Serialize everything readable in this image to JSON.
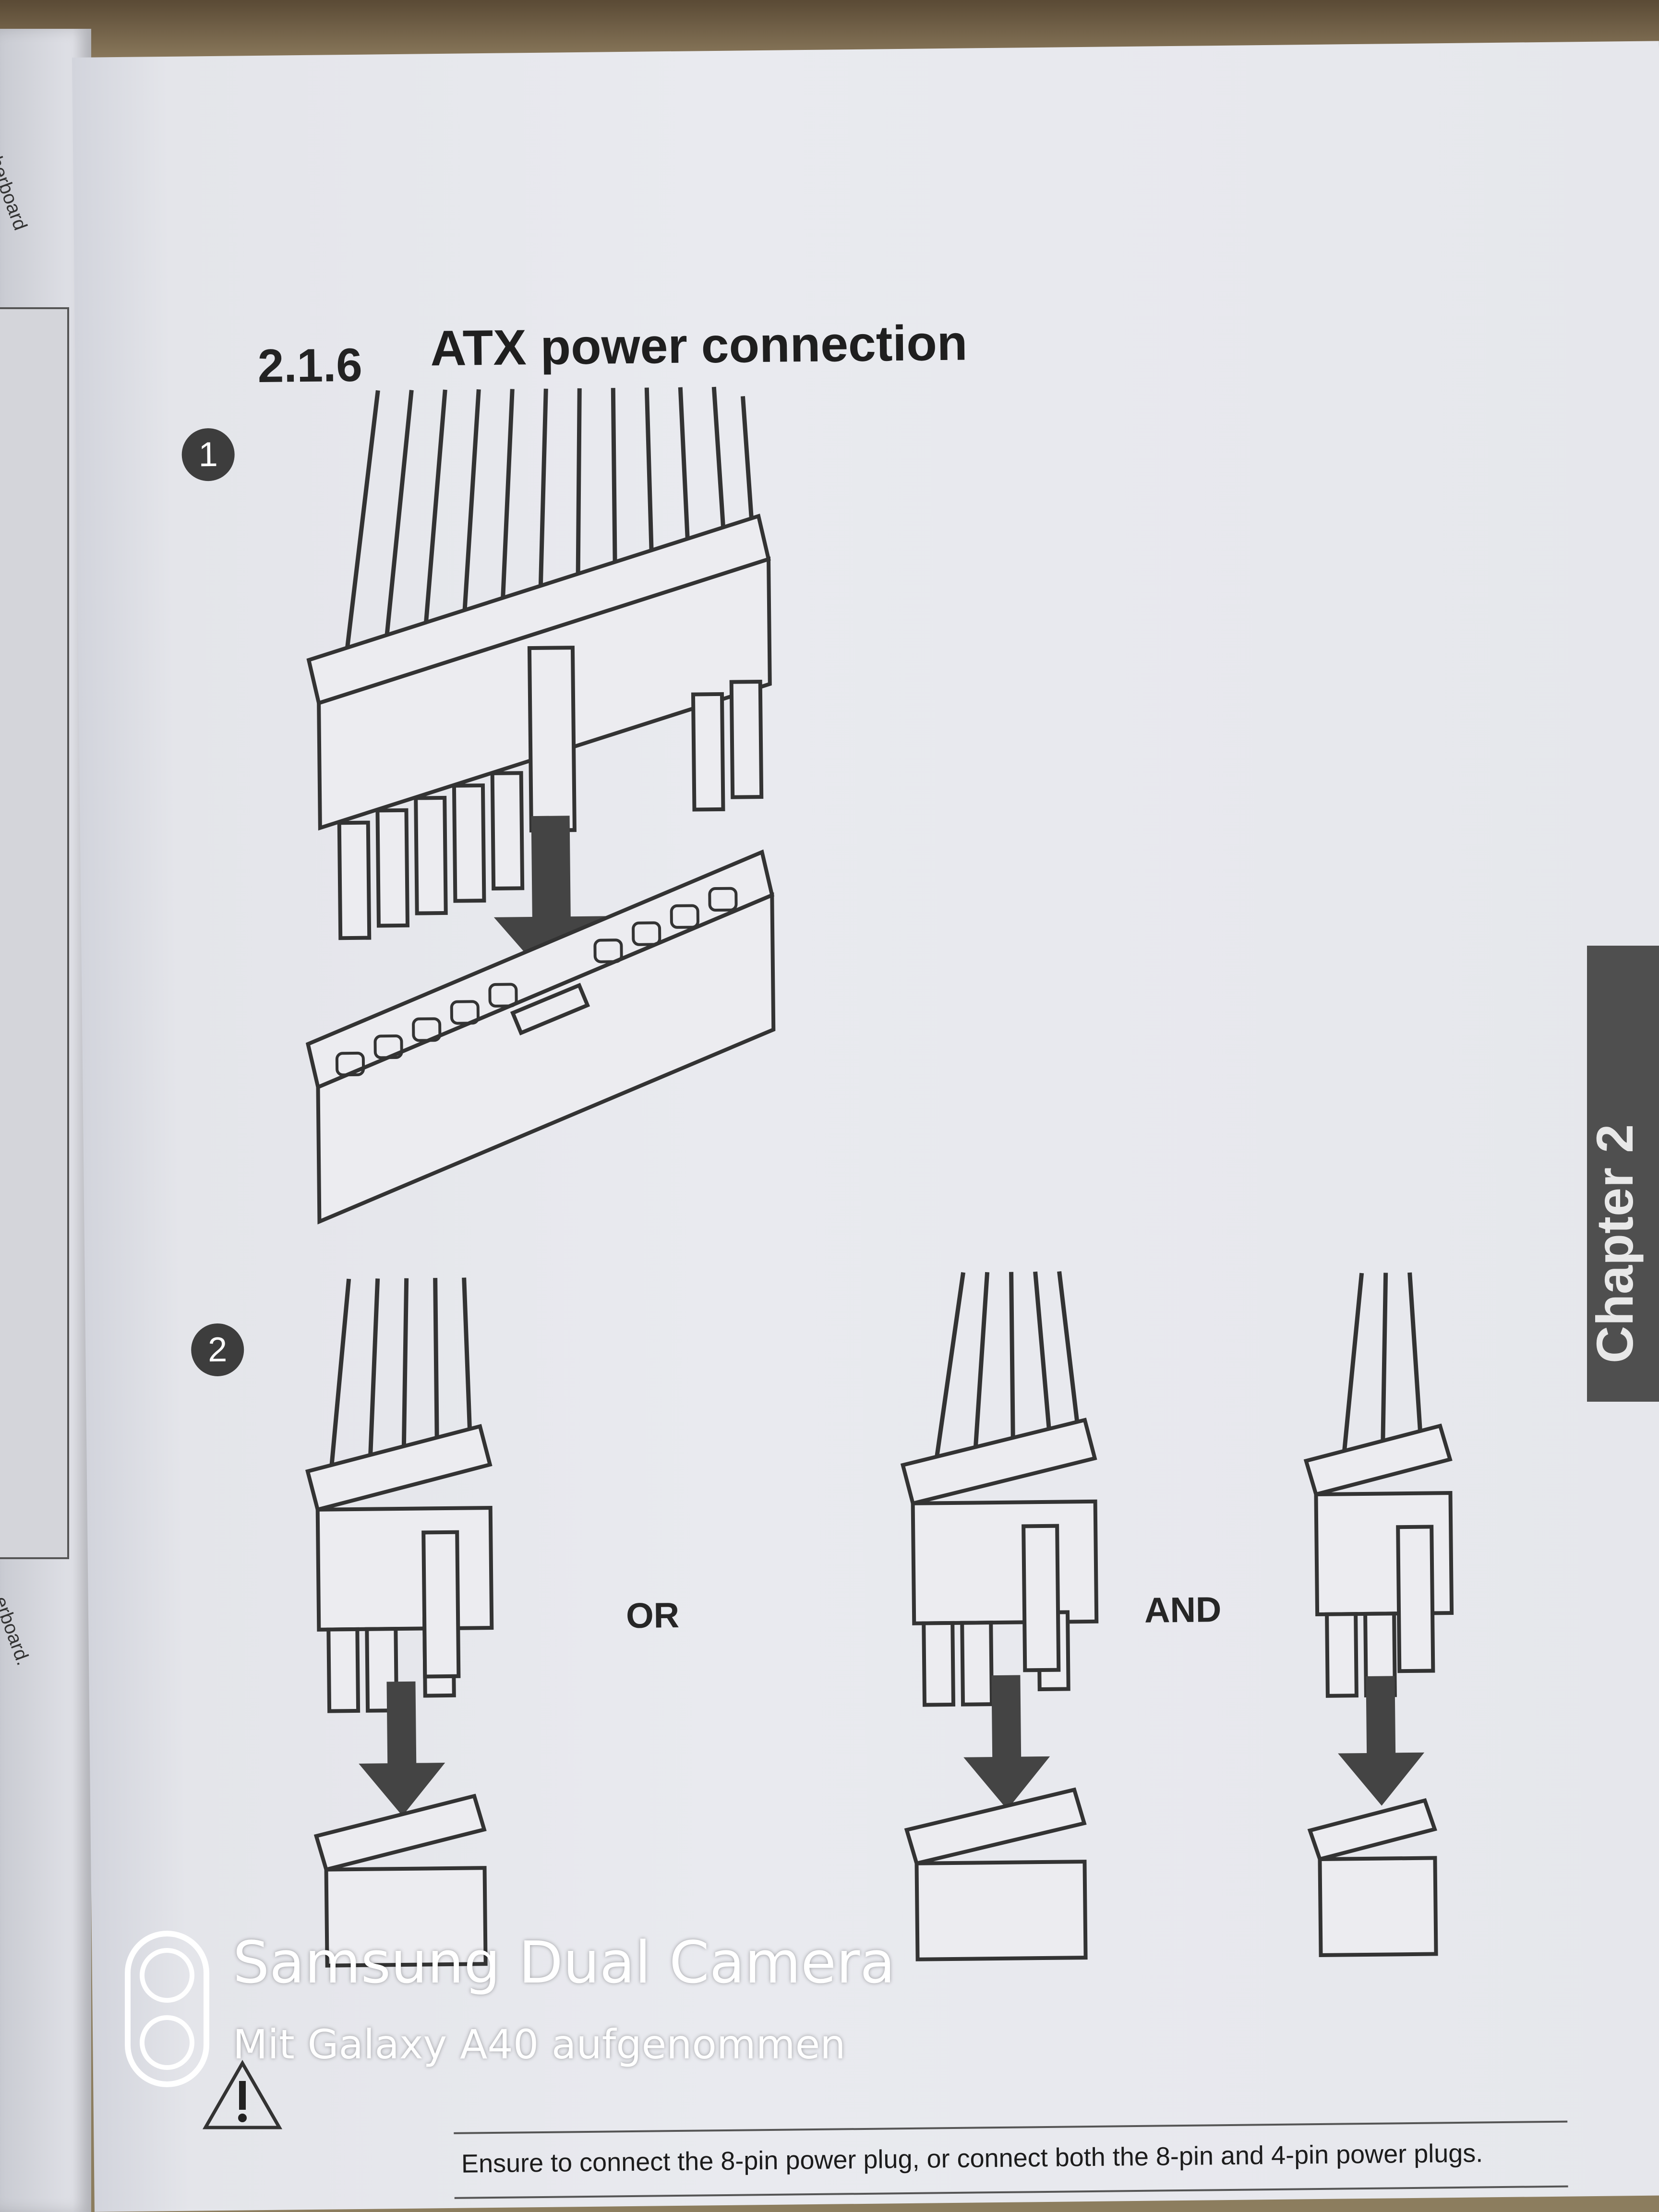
{
  "section": {
    "number": "2.1.6",
    "title": "ATX power connection"
  },
  "steps": [
    "1",
    "2"
  ],
  "connector_labels": {
    "or": "OR",
    "and": "AND"
  },
  "note": "Ensure to connect the 8-pin power plug, or connect both the 8-pin and 4-pin power plugs.",
  "side_tab": "Chapter 2",
  "left_page_fragments": [
    "herboard to",
    "erboard."
  ],
  "watermark": {
    "title": "Samsung Dual Camera",
    "subtitle": "Mit Galaxy A40 aufgenommen"
  },
  "icons": [
    "warning-icon",
    "dual-camera-icon",
    "down-arrow-icon"
  ],
  "colors": {
    "page": "#e8e9ee",
    "ink": "#232323",
    "tab": "#4f4f4f"
  }
}
